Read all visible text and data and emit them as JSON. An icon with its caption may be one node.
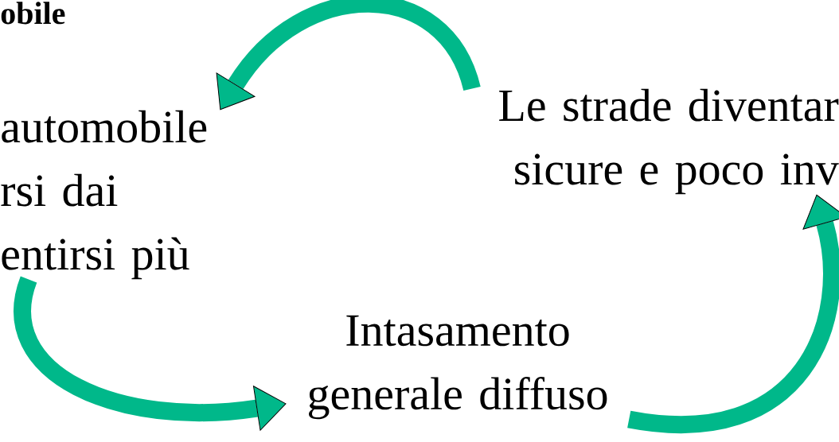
{
  "diagram": {
    "title": "obile",
    "nodes": [
      {
        "text": [
          "automobile rsi dai entirsi più"
        ]
      },
      {
        "text": [
          "Le strade diventar sicure e poco inv"
        ]
      },
      {
        "text": [
          "Intasamento generale diffuso"
        ]
      }
    ],
    "edges": [
      {
        "from": 1,
        "to": 0,
        "arrow": "to"
      },
      {
        "from": 0,
        "to": 2,
        "arrow": "to"
      },
      {
        "from": 2,
        "to": 1,
        "arrow": "to"
      }
    ]
  }
}
